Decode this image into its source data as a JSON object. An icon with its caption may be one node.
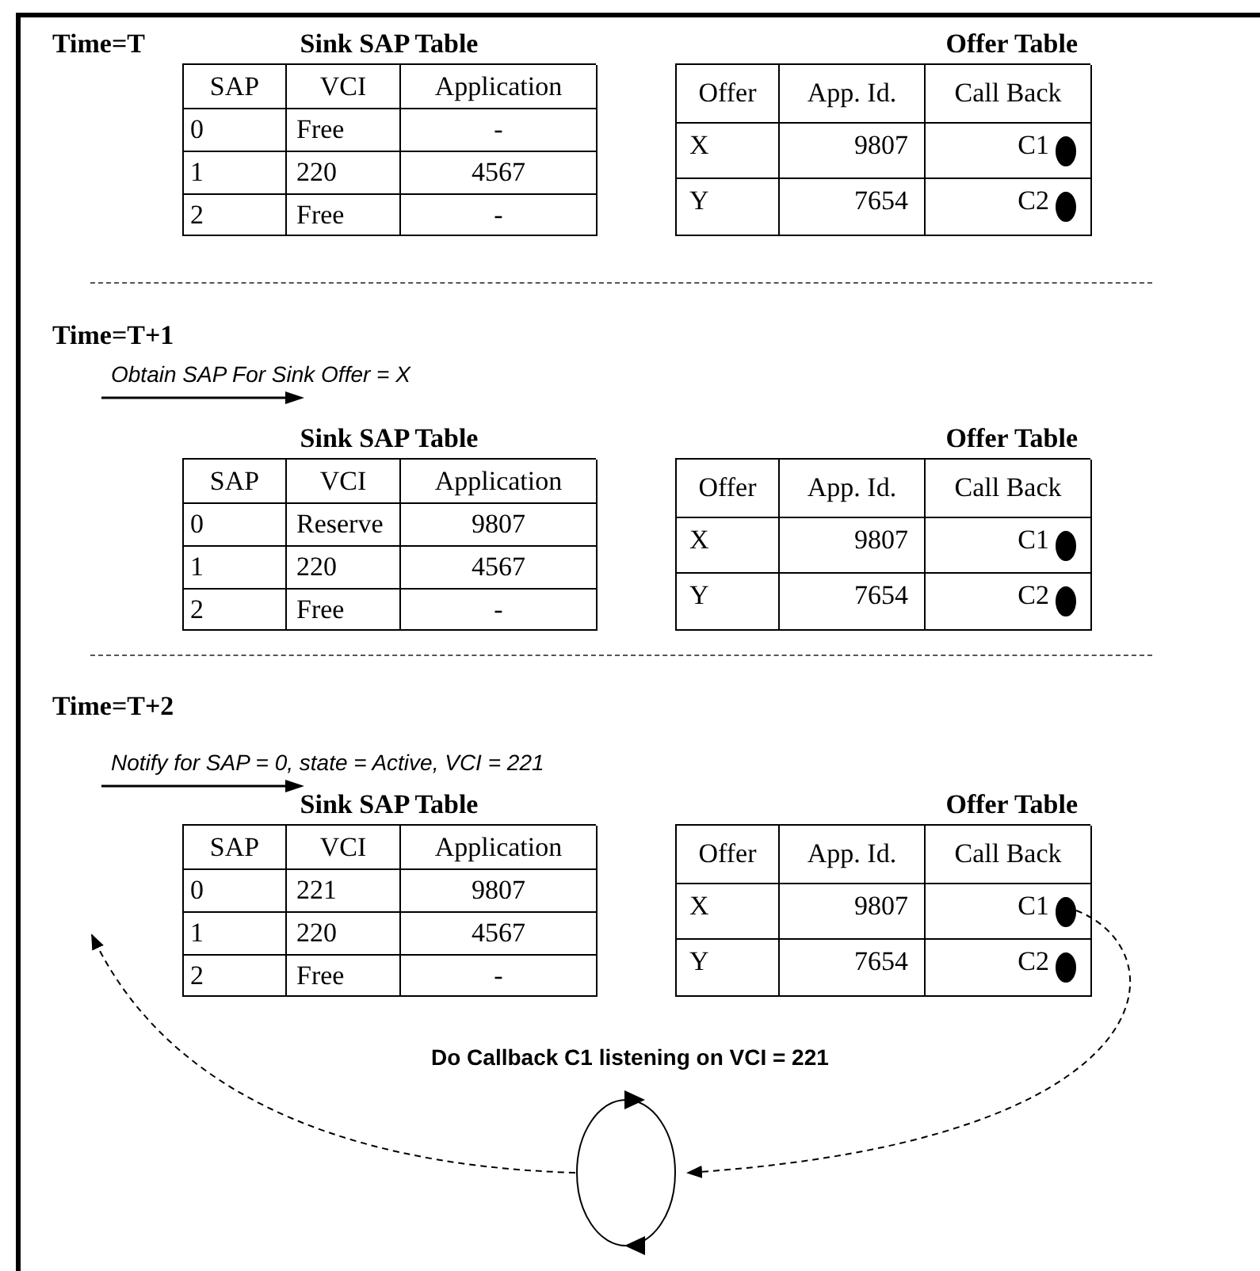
{
  "diagram": {
    "nodes": [
      {
        "text": [
          "Sink SAP Table"
        ]
      },
      {
        "text": [
          "Offer Table"
        ]
      },
      {
        "text": [
          "Sink SAP Table"
        ]
      },
      {
        "text": [
          "Offer Table"
        ]
      },
      {
        "text": [
          "Sink SAP Table"
        ]
      },
      {
        "text": [
          "Offer Table"
        ]
      },
      {
        "text": [],
        "shape": "circle",
        "in": 5
      },
      {
        "text": [],
        "shape": "circle",
        "in": 5
      },
      {
        "text": [],
        "shape": "circle"
      }
    ],
    "edges": [
      {
        "from": 6,
        "to": 8,
        "arrow": "to",
        "style": "dashed"
      },
      {
        "from": 8,
        "to": null,
        "arrow": "to",
        "style": "dashed"
      }
    ],
    "labels": [
      "Time=T",
      "SAP",
      "VCI",
      "Application",
      "0",
      "Free",
      "-",
      "1",
      "220",
      "4567",
      "2",
      "Free",
      "-",
      "Offer",
      "App. Id.",
      "Call Back",
      "X",
      "9807",
      "C1",
      "Y",
      "7654",
      "C2",
      "Time=T+1",
      "Obtain SAP For Sink Offer = X",
      "SAP",
      "VCI",
      "Application",
      "0",
      "Reserve",
      "9807",
      "1",
      "220",
      "4567",
      "2",
      "Free",
      "-",
      "Offer",
      "App. Id.",
      "Call Back",
      "X",
      "9807",
      "C1",
      "Y",
      "7654",
      "C2",
      "Time=T+2",
      "Notify for SAP = 0, state = Active, VCI = 221",
      "SAP",
      "VCI",
      "Application",
      "0",
      "221",
      "9807",
      "1",
      "220",
      "4567",
      "2",
      "Free",
      "-",
      "Offer",
      "App. Id.",
      "Call Back",
      "X",
      "9807",
      "C1",
      "Y",
      "7654",
      "C2",
      "Do Callback C1 listening on VCI = 221"
    ]
  }
}
